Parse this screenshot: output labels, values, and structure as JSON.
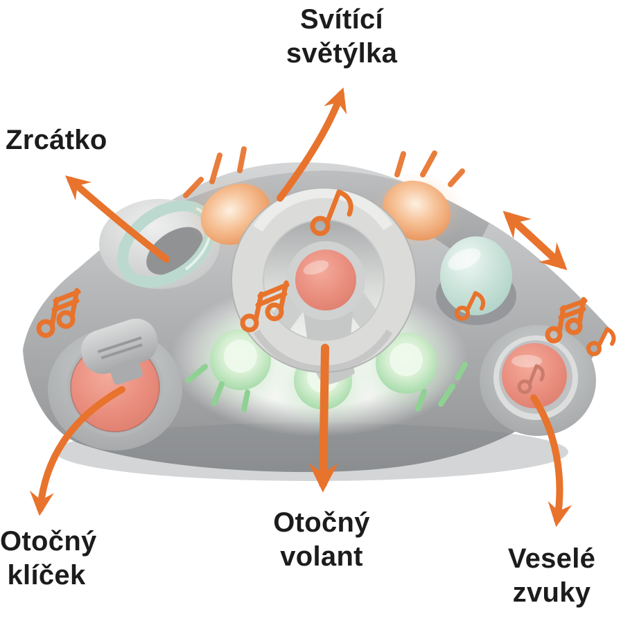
{
  "page": {
    "background": "#ffffff",
    "language": "cs"
  },
  "labels": {
    "lights": "Svítící\nsvětýlka",
    "mirror": "Zrcátko",
    "key": "Otočný\nklíček",
    "wheel": "Otočný\nvolant",
    "sounds": "Veselé\nzvuky"
  },
  "annotations": [
    {
      "label": "Svítící světýlka",
      "target": "orange-lamps-on-top",
      "arrow": "curved-up"
    },
    {
      "label": "Zrcátko",
      "target": "mint-mirror-ring",
      "arrow": "curved-up-left"
    },
    {
      "label": "Otočný klíček",
      "target": "coral-turn-key",
      "arrow": "curved-down-left"
    },
    {
      "label": "Otočný volant",
      "target": "steering-wheel",
      "arrow": "straight-down"
    },
    {
      "label": "Veselé zvuky",
      "target": "coral-sound-button",
      "arrow": "curved-down-right"
    },
    {
      "label": "",
      "target": "mint-gear-shifter",
      "arrow": "double-headed-diagonal"
    }
  ],
  "colors": {
    "annotation_orange": "#E8732C",
    "text_black": "#1C1C1C",
    "toy_gray": "#AEB0B2",
    "wheel_gray": "#DBDCDA",
    "coral": "#E98D7E",
    "mint_green": "#BFDCD2",
    "glow_green": "#A8DCAB",
    "lamp_orange": "#EF9E63",
    "panel_white": "#F6F7F5"
  }
}
